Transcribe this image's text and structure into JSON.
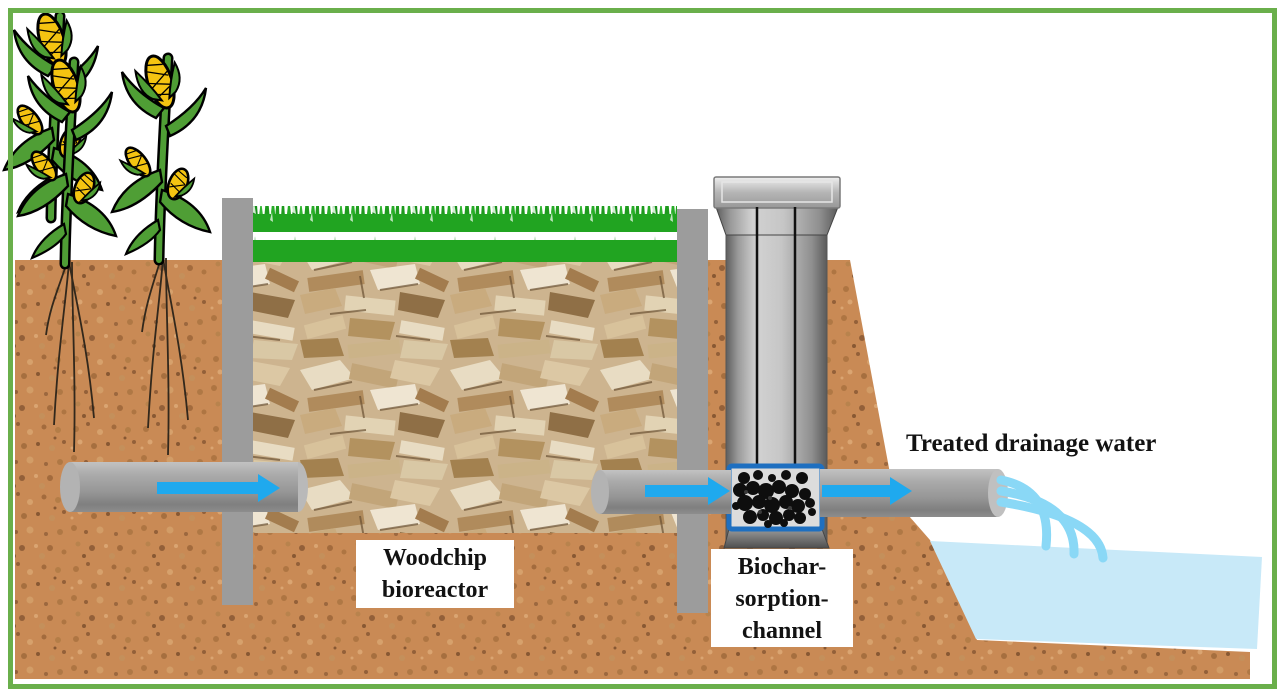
{
  "figure": {
    "type": "process-diagram",
    "title_visible": false,
    "border_color": "#6aaf4b",
    "background_color": "#ffffff"
  },
  "labels": {
    "woodchip_bioreactor": {
      "line1": "Woodchip",
      "line2": "bioreactor"
    },
    "biochar_channel": {
      "line1": "Biochar-",
      "line2": "sorption-",
      "line3": "channel"
    },
    "treated_water": "Treated drainage water"
  },
  "colors": {
    "flow_arrow": "#1fa9ee",
    "water_pool": "#c8e9f8",
    "water_stream": "#8ad8f6",
    "soil_base": "#c98a55",
    "grass": "#21a421",
    "pipe_gray": "#9e9e9e",
    "wall_gray": "#9c9c9c",
    "biochar_box_border": "#1e6fc0",
    "biochar_black": "#0e0e0e",
    "corn_leaf_green": "#4f9e35",
    "corn_cob_yellow": "#f4c411"
  }
}
